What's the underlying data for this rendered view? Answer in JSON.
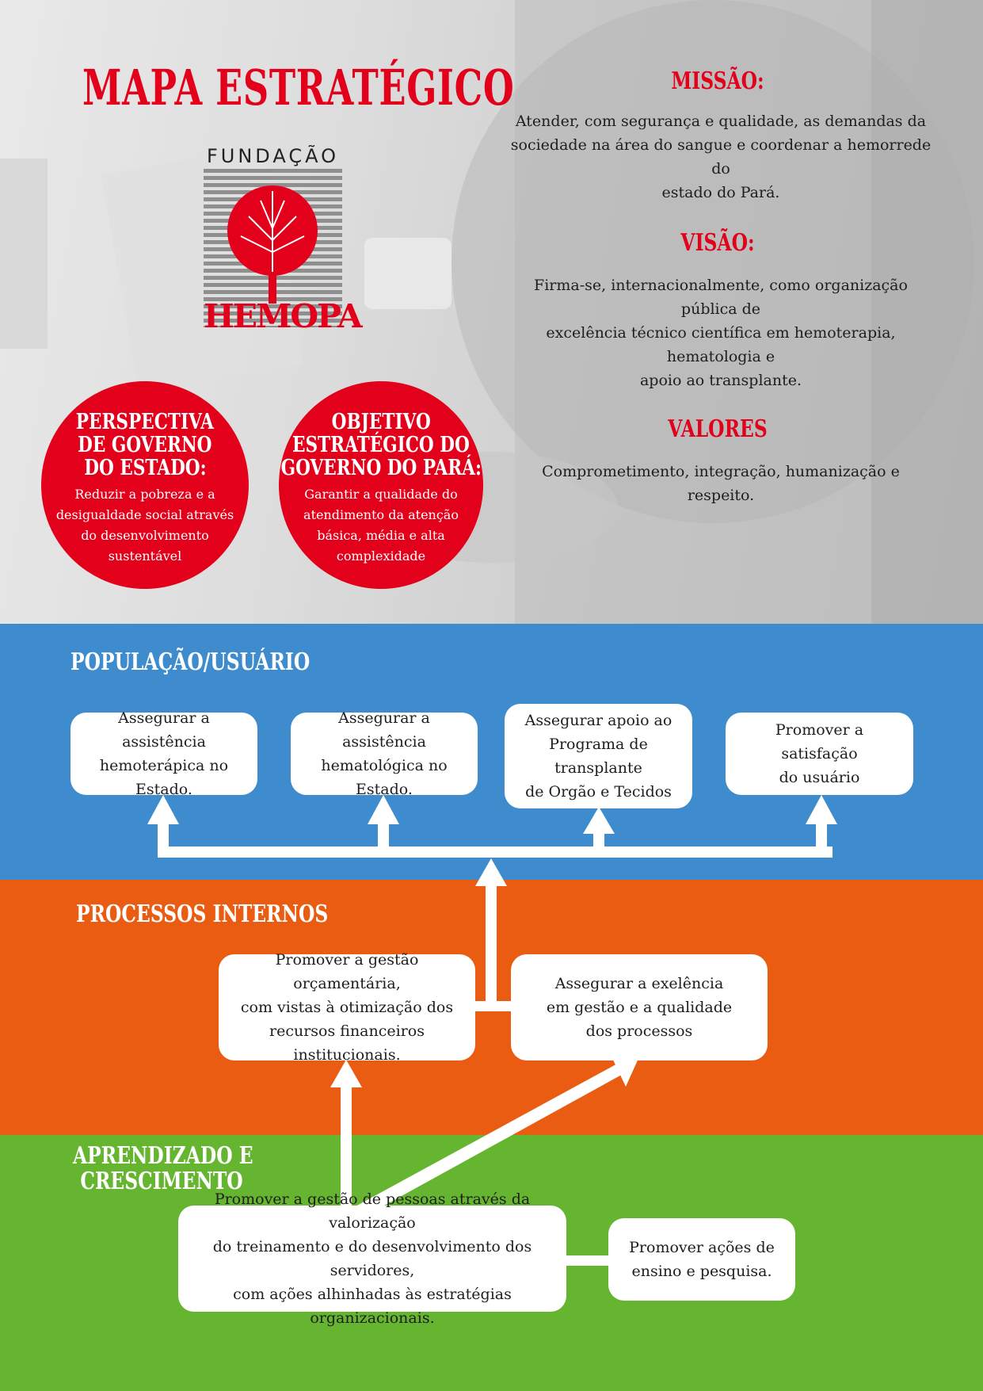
{
  "title": "MAPA ESTRATÉGICO",
  "logo": {
    "top_text": "FUNDAÇÃO",
    "bottom_text": "HEMOPA"
  },
  "missao": {
    "heading": "MISSÃO:",
    "lines": [
      "Atender, com segurança e qualidade, as demandas da",
      "sociedade na área do sangue e coordenar a hemorrede do",
      "estado do Pará."
    ]
  },
  "visao": {
    "heading": "VISÃO:",
    "lines": [
      "Firma-se, internacionalmente, como organização pública de",
      "excelência técnico científica em hemoterapia, hematologia e",
      "apoio ao transplante."
    ]
  },
  "valores": {
    "heading": "VALORES",
    "lines": [
      "Comprometimento, integração, humanização e respeito."
    ]
  },
  "perspectiva": {
    "heading_lines": [
      "PERSPECTIVA",
      "DE GOVERNO",
      "DO ESTADO:"
    ],
    "body_lines": [
      "Reduzir a pobreza e a",
      "desigualdade social através",
      "do desenvolvimento",
      "sustentável"
    ]
  },
  "objetivo": {
    "heading_lines": [
      "OBJETIVO",
      "ESTRATÉGICO DO",
      "GOVERNO DO PARÁ:"
    ],
    "body_lines": [
      "Garantir a qualidade do",
      "atendimento da atenção",
      "básica, média e alta",
      "complexidade"
    ]
  },
  "populacao": {
    "label": "POPULAÇÃO/USUÁRIO",
    "boxes": [
      {
        "lines": [
          "Assegurar a assistência",
          "hemoterápica no Estado."
        ]
      },
      {
        "lines": [
          "Assegurar a assistência",
          "hematológica no Estado."
        ]
      },
      {
        "lines": [
          "Assegurar apoio ao",
          "Programa de transplante",
          "de Orgão e Tecidos"
        ]
      },
      {
        "lines": [
          "Promover a satisfação",
          "do usuário"
        ]
      }
    ]
  },
  "processos": {
    "label": "PROCESSOS INTERNOS",
    "boxes": [
      {
        "lines": [
          "Promover a gestão orçamentária,",
          "com vistas à otimização dos",
          "recursos financeiros institucionais."
        ]
      },
      {
        "lines": [
          "Assegurar a exelência",
          "em gestão e a qualidade",
          "dos processos"
        ]
      }
    ]
  },
  "aprendizado": {
    "label_lines": [
      "APRENDIZADO E",
      "CRESCIMENTO"
    ],
    "boxes": [
      {
        "lines": [
          "Promover a gestão de pessoas através da valorização",
          "do treinamento e do desenvolvimento dos servidores,",
          "com ações alhinhadas às estratégias organizacionais."
        ]
      },
      {
        "lines": [
          "Promover ações de",
          "ensino e pesquisa."
        ]
      }
    ]
  },
  "colors": {
    "red": "#e2001a",
    "blue": "#3e8ccd",
    "orange": "#e95c11",
    "green": "#66b531",
    "white": "#ffffff"
  }
}
